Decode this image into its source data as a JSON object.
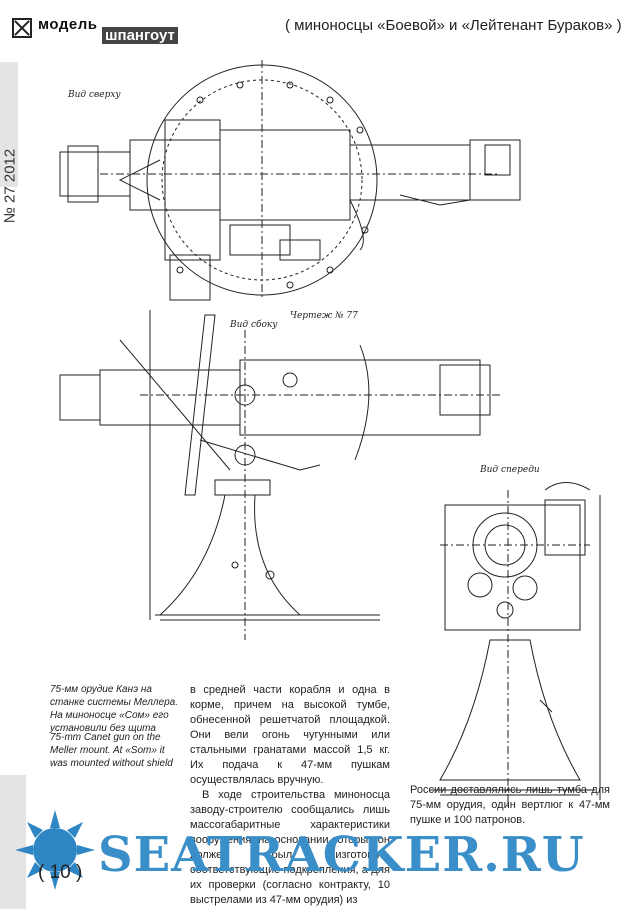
{
  "header": {
    "logo_top": "модель",
    "logo_bottom": "шпангоут",
    "title": "( миноносцы «Боевой» и «Лейтенант Бураков» )"
  },
  "issue": "№ 27 2012",
  "drawing_labels": {
    "top_view": "Вид сверху",
    "drawing_no": "Чертеж № 77",
    "side_view": "Вид сбоку",
    "rear_view": "Вид спереди"
  },
  "captions": {
    "ru": "75-мм орудие Канэ на станке системы Меллера. На миноносце «Сом» его установили без щита",
    "en": "75-mm Canet gun on the Meller mount. At «Som» it was mounted without shield"
  },
  "body": {
    "para1": "в средней части корабля и одна в корме, причем на высокой тумбе, обнесенной решетчатой площадкой. Они вели огонь чугунными или стальными гранатами массой 1,5 кг. Их подача к 47-мм пушкам осуществлялась вручную.",
    "para2": "В ходе строительства миноносца заводу-строителю сообщались лишь массогабаритные характеристики вооружения, на основании которых он должен был изготовить соответствующие подкрепления, а для их проверки (согласно контракту, 10 выстрелами из 47-мм орудия) из",
    "para3": "России доставлялись лишь тумба для 75-мм орудия, один вертлюг к 47-мм пушке и 100 патронов."
  },
  "footer": {
    "page_number": "( 10 )",
    "watermark": "SEATRACKER.RU"
  }
}
